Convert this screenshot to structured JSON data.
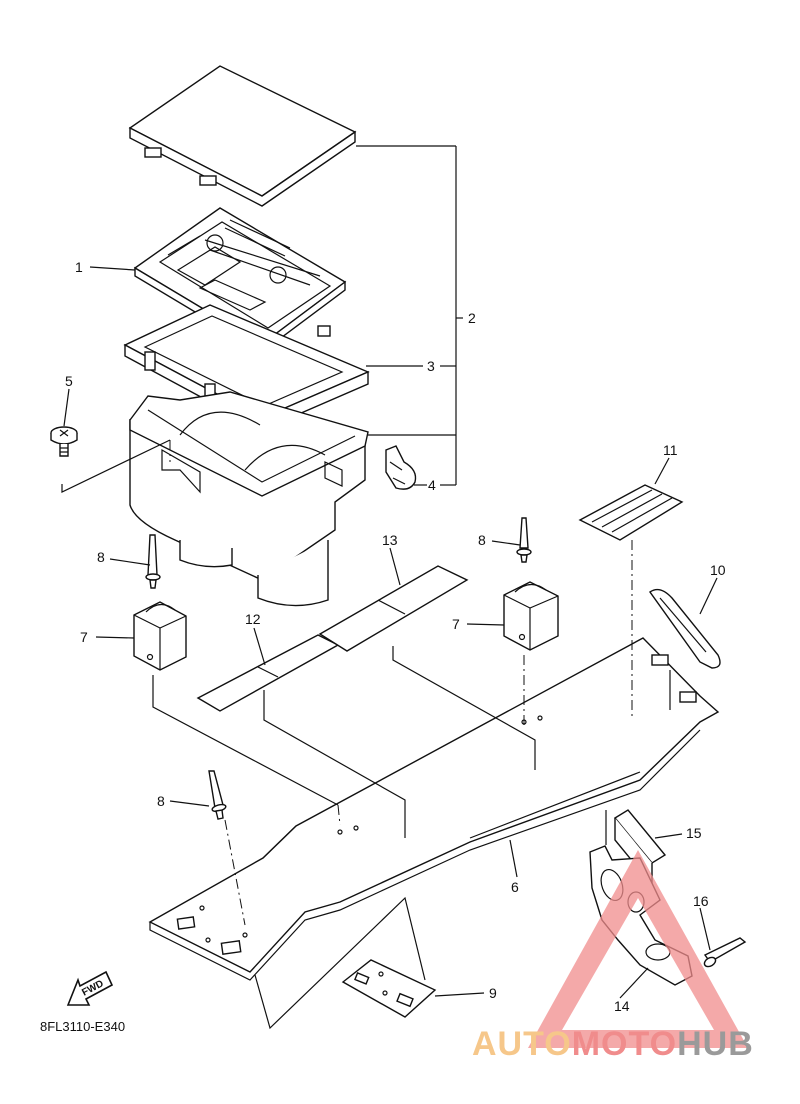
{
  "diagram_code": "8FL3110-E340",
  "fwd_label": "FWD",
  "callouts": [
    "1",
    "2",
    "3",
    "4",
    "5",
    "6",
    "7",
    "7",
    "8",
    "8",
    "8",
    "9",
    "10",
    "11",
    "12",
    "13",
    "14",
    "15",
    "16"
  ],
  "watermark": {
    "part1": "AUTO",
    "part2": "MOTO",
    "part3": "HUB",
    "color_light": "#f6c78a",
    "color_red": "#f08c8c",
    "color_gray": "#9a9a9a"
  }
}
